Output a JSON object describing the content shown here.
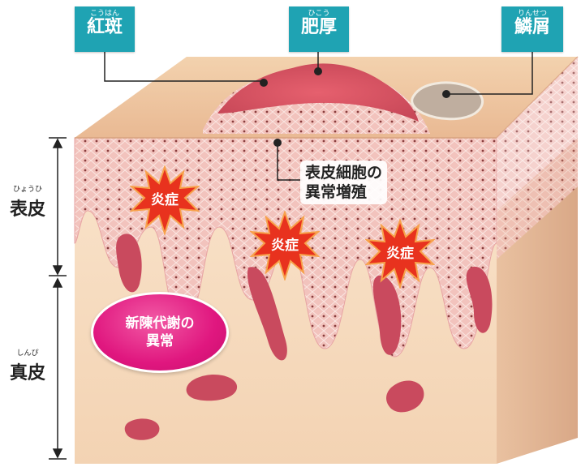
{
  "tags": {
    "erythema": {
      "ruby": "こうはん",
      "label": "紅斑"
    },
    "thickening": {
      "ruby": "ひこう",
      "label": "肥厚"
    },
    "scale": {
      "ruby": "りんせつ",
      "label": "鱗屑"
    }
  },
  "layers": {
    "epidermis": {
      "ruby": "ひょうひ",
      "label": "表皮"
    },
    "dermis": {
      "ruby": "しんぴ",
      "label": "真皮"
    }
  },
  "callout": {
    "line1": "表皮細胞の",
    "line2": "異常増殖"
  },
  "inflammation_label": "炎症",
  "metabolism": {
    "line1": "新陳代謝の",
    "line2": "異常"
  },
  "colors": {
    "tag": "#1fa3b3",
    "burst": "#e8321e",
    "pill": "#e0177f",
    "skin_top": "#f0c9a2",
    "epidermis": "#f2c0bb",
    "dermis": "#f7dcc0",
    "vessel": "#c94a5e"
  }
}
